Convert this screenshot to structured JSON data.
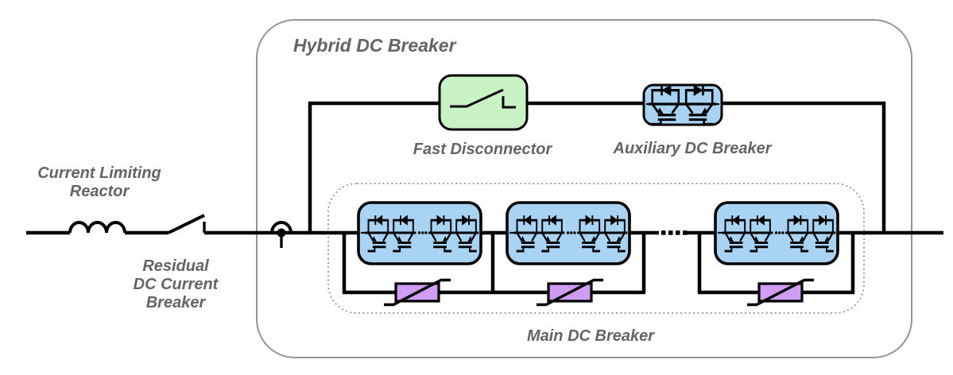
{
  "title": "Hybrid DC Breaker",
  "labels": {
    "current_limiting_reactor": {
      "lines": [
        "Current Limiting",
        "Reactor"
      ]
    },
    "residual_dc_current_breaker": {
      "lines": [
        "Residual",
        "DC Current",
        "Breaker"
      ]
    },
    "fast_disconnector": "Fast Disconnector",
    "auxiliary_dc_breaker": "Auxiliary DC Breaker",
    "main_dc_breaker": "Main DC Breaker"
  },
  "structure": {
    "main_breaker_modules_shown": 3,
    "igbt_cells_per_module_shown": 4,
    "igbt_cells_in_auxiliary_breaker": 2,
    "varistors_shown": 3,
    "ellipsis_between_modules": true,
    "ellipsis_inside_each_module": true
  },
  "colors": {
    "wire": "#000000",
    "label-gray": "#646464",
    "outline-gray": "#949494",
    "fast-disconnector-fill": "#c9f2c5",
    "igbt-module-fill": "#a8d3f2",
    "varistor-fill": "#cf9df2"
  }
}
